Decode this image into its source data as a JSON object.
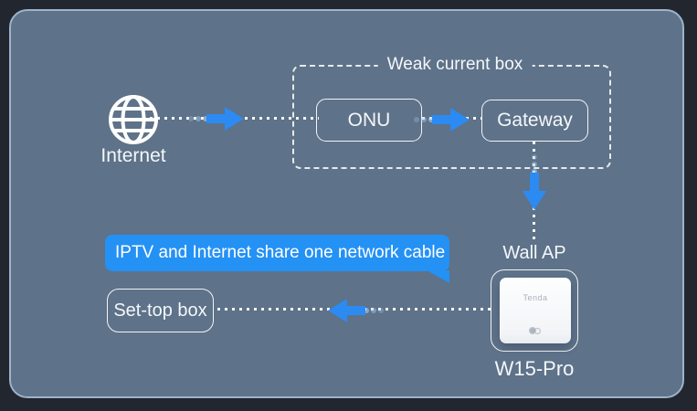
{
  "colors": {
    "outer_bg": "#22262E",
    "panel_bg": "#5E7289",
    "panel_border": "#9DB3C9",
    "bubble_blue": "#2491F5",
    "arrow_blue": "#2B8BF2",
    "line_white": "#FFFFFF"
  },
  "nodes": {
    "internet": {
      "label": "Internet"
    },
    "weak_current_box": {
      "label": "Weak current box"
    },
    "onu": {
      "label": "ONU"
    },
    "gateway": {
      "label": "Gateway"
    },
    "wall_ap": {
      "label": "Wall AP"
    },
    "device": {
      "brand": "Tenda",
      "model": "W15-Pro"
    },
    "set_top_box": {
      "label": "Set-top box"
    }
  },
  "callout": {
    "text": "IPTV and Internet share one network cable"
  }
}
